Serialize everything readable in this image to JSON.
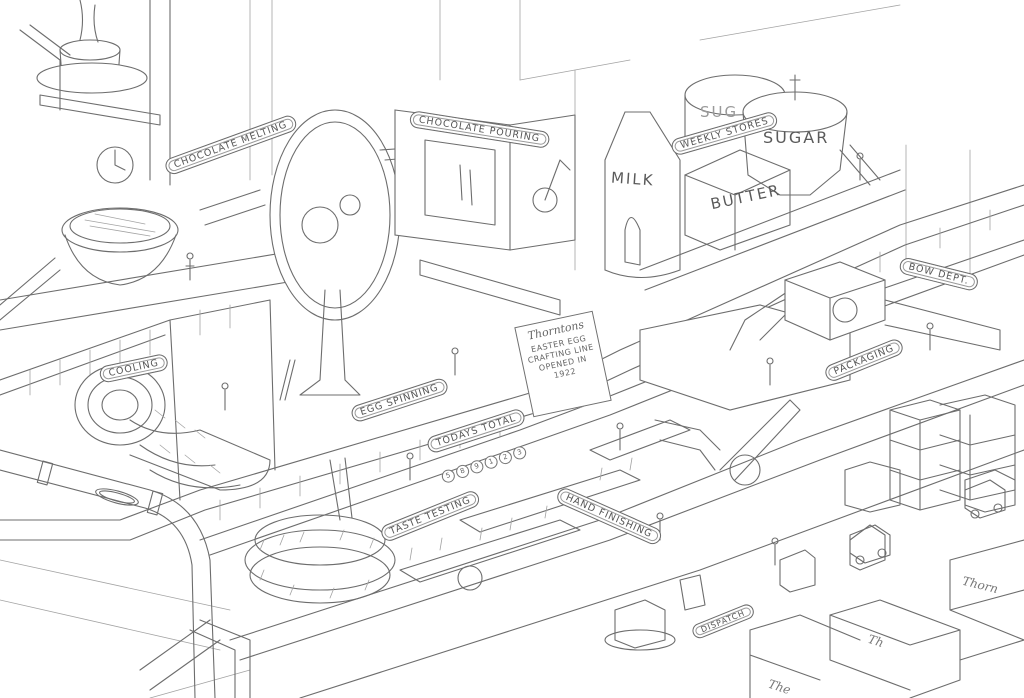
{
  "illustration": {
    "subject": "Easter egg chocolate factory isometric pencil drawing",
    "style": "pencil line art on white"
  },
  "signs": {
    "chocolate_melting": "Chocolate Melting",
    "chocolate_pouring": "Chocolate Pouring",
    "weekly_stores": "Weekly Stores",
    "bow_dept": "Bow Dept.",
    "cooling": "Cooling",
    "egg_spinning": "Egg Spinning",
    "todays_total": "Todays Total",
    "taste_testing": "Taste Testing",
    "hand_finishing": "Hand Finishing",
    "packaging": "Packaging",
    "dispatch": "Dispatch"
  },
  "todays_total_digits": [
    "5",
    "8",
    "9",
    "1",
    "2",
    "3"
  ],
  "tanks": {
    "milk": "MILK",
    "butter": "BUTTER",
    "sugar": "SUGAR",
    "sugar_back": "SUG"
  },
  "plaque": {
    "brand": "Thorntons",
    "lines": [
      "EASTER EGG",
      "CRAFTING LINE",
      "OPENED IN",
      "1922"
    ]
  },
  "crates": {
    "label_1": "Thorn",
    "label_2": "Th",
    "label_3": "The"
  },
  "colors": {
    "paper": "#ffffff",
    "pencil": "#6d6d6d",
    "pencil_light": "#a3a3a3"
  }
}
